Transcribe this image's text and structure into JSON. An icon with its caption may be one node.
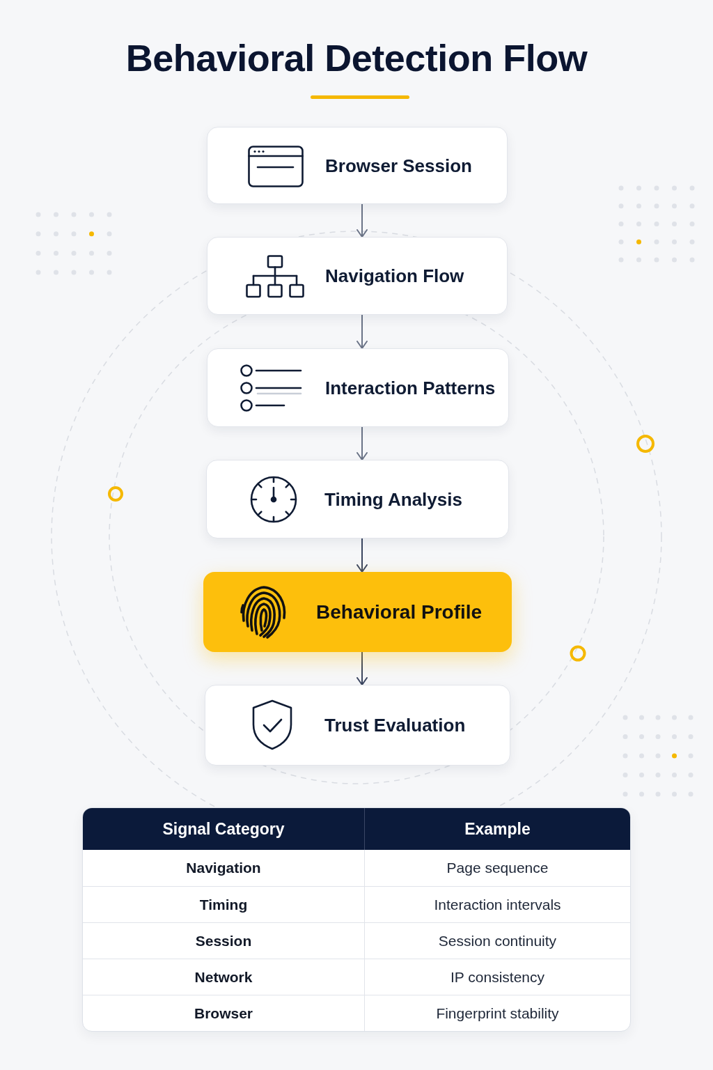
{
  "diagram": {
    "title": "Behavioral Detection Flow",
    "nodes": [
      {
        "text": [
          "Browser Session"
        ]
      },
      {
        "text": [
          "Navigation Flow"
        ]
      },
      {
        "text": [
          "Interaction Patterns"
        ]
      },
      {
        "text": [
          "Timing Analysis"
        ]
      },
      {
        "text": [
          "Behavioral Profile"
        ]
      },
      {
        "text": [
          "Trust Evaluation"
        ]
      }
    ],
    "edges": [
      {
        "from": 0,
        "to": 1,
        "arrow": "to"
      },
      {
        "from": 1,
        "to": 2,
        "arrow": "to"
      },
      {
        "from": 2,
        "to": 3,
        "arrow": "to"
      },
      {
        "from": 3,
        "to": 4,
        "arrow": "to",
        "color": "#3b4660"
      },
      {
        "from": 4,
        "to": 5,
        "arrow": "to",
        "color": "#3b4660"
      }
    ],
    "labels": [
      "Signal Category",
      "Example",
      "Navigation",
      "Page sequence",
      "Timing",
      "Interaction intervals",
      "Session",
      "Session continuity",
      "Network",
      "IP consistency",
      "Browser",
      "Fingerprint stability"
    ]
  }
}
